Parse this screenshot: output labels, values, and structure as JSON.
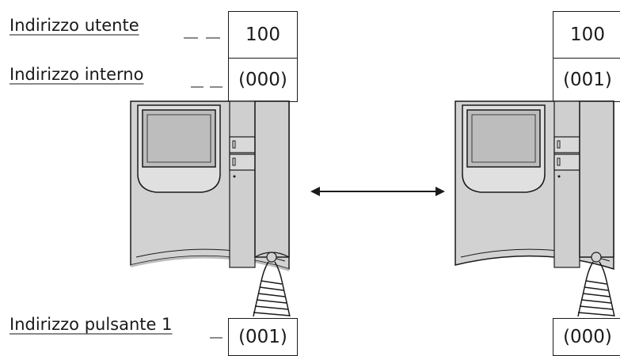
{
  "labels": {
    "user_address": "Indirizzo utente",
    "internal_address": "Indirizzo interno",
    "button_address": "Indirizzo pulsante 1"
  },
  "left_device": {
    "user_address": "100",
    "internal_address": "(000)",
    "button_address": "(001)"
  },
  "right_device": {
    "user_address": "100",
    "internal_address": "(001)",
    "button_address": "(000)"
  },
  "colors": {
    "outline": "#1a1a1a",
    "body_fill": "#d2d2d2",
    "screen_fill": "#bdbdbd",
    "underline": "#8a8a8a"
  }
}
